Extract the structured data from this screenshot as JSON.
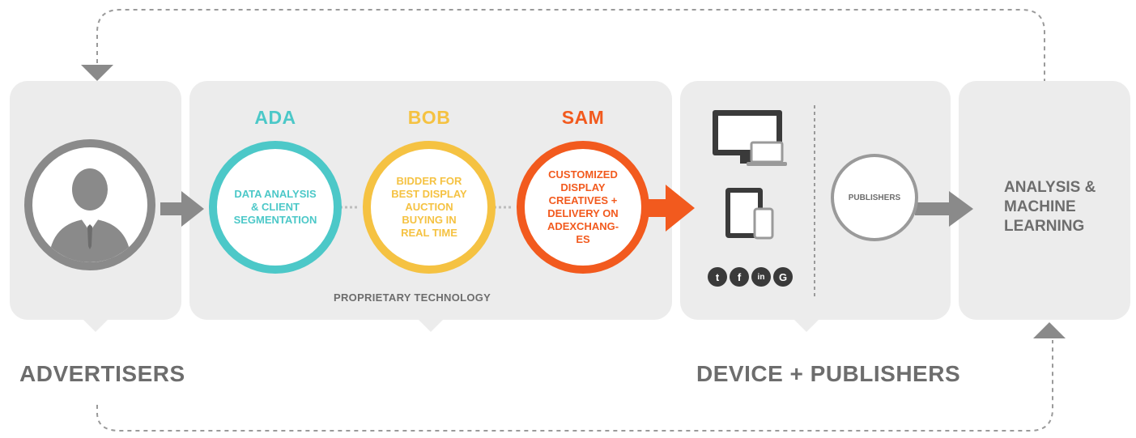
{
  "advertisers": {
    "label": "ADVERTISERS"
  },
  "tech": {
    "label": "PROPRIETARY TECHNOLOGY",
    "steps": [
      {
        "name": "ADA",
        "lines": [
          "DATA ANALYSIS",
          "& CLIENT",
          "SEGMENTATION"
        ],
        "color": "#4cc8c8"
      },
      {
        "name": "BOB",
        "lines": [
          "BIDDER FOR",
          "BEST DISPLAY",
          "AUCTION",
          "BUYING IN",
          "REAL TIME"
        ],
        "color": "#f5c242"
      },
      {
        "name": "SAM",
        "lines": [
          "CUSTOMIZED",
          "DISPLAY",
          "CREATIVES +",
          "DELIVERY ON",
          "ADEXCHANG-",
          "ES"
        ],
        "color": "#f25a1e"
      }
    ]
  },
  "device": {
    "label": "DEVICE + PUBLISHERS",
    "publishers_label": "PUBLISHERS",
    "social_icons": [
      {
        "icon": "twitter-icon",
        "glyph": "t"
      },
      {
        "icon": "facebook-icon",
        "glyph": "f"
      },
      {
        "icon": "linkedin-icon",
        "glyph": "in"
      },
      {
        "icon": "google-icon",
        "glyph": "G"
      }
    ]
  },
  "analysis": {
    "lines": [
      "ANALYSIS &",
      "MACHINE",
      "LEARNING"
    ]
  },
  "colors": {
    "panel": "#ececec",
    "gray": "#8a8a8a",
    "text": "#6d6d6d"
  }
}
